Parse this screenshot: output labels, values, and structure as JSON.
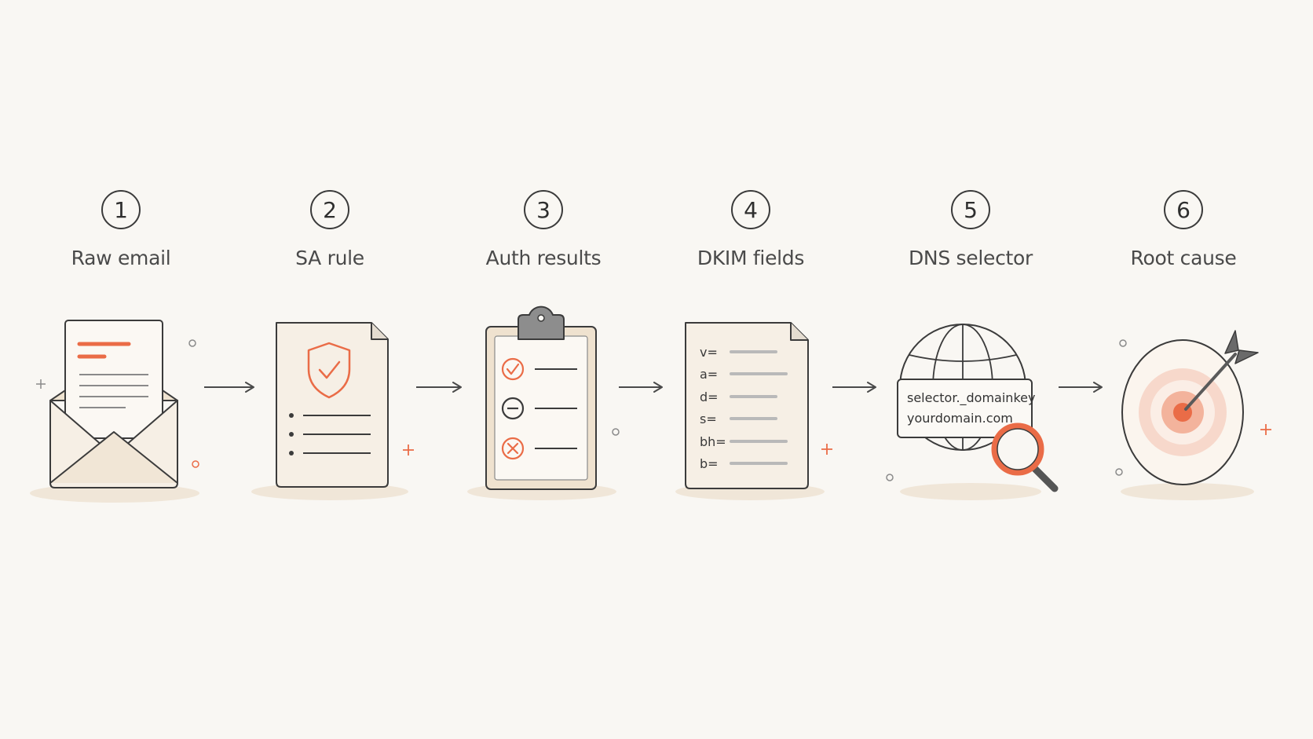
{
  "steps": [
    {
      "number": "1",
      "label": "Raw email",
      "icon": "envelope-letter-icon"
    },
    {
      "number": "2",
      "label": "SA rule",
      "icon": "shield-document-icon"
    },
    {
      "number": "3",
      "label": "Auth results",
      "icon": "clipboard-checklist-icon"
    },
    {
      "number": "4",
      "label": "DKIM fields",
      "icon": "dkim-document-icon"
    },
    {
      "number": "5",
      "label": "DNS selector",
      "icon": "globe-search-icon"
    },
    {
      "number": "6",
      "label": "Root cause",
      "icon": "target-dart-icon"
    }
  ],
  "dkim_fields": [
    "v=",
    "a=",
    "d=",
    "s=",
    "bh=",
    "b="
  ],
  "dns_record": {
    "line1": "selector._domainkey",
    "line2": "yourdomain.com"
  },
  "colors": {
    "background": "#f9f7f3",
    "accent": "#ea6c47",
    "line": "#3b3b3b",
    "paper": "#f6efe5"
  }
}
